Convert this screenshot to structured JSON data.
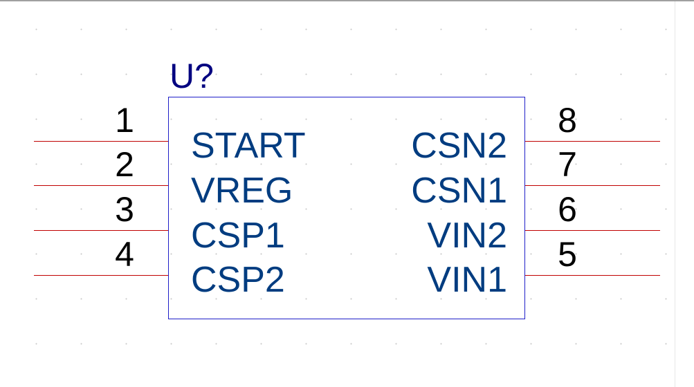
{
  "component": {
    "designator": "U?",
    "left_pins": [
      {
        "number": "1",
        "name": "START"
      },
      {
        "number": "2",
        "name": "VREG"
      },
      {
        "number": "3",
        "name": "CSP1"
      },
      {
        "number": "4",
        "name": "CSP2"
      }
    ],
    "right_pins": [
      {
        "number": "8",
        "name": "CSN2"
      },
      {
        "number": "7",
        "name": "CSN1"
      },
      {
        "number": "6",
        "name": "VIN2"
      },
      {
        "number": "5",
        "name": "VIN1"
      }
    ]
  },
  "colors": {
    "body_outline": "#1e1ec8",
    "designator_text": "#000080",
    "pin_name_text": "#003c80",
    "pin_number_text": "#000000",
    "pin_line": "#c00000"
  }
}
